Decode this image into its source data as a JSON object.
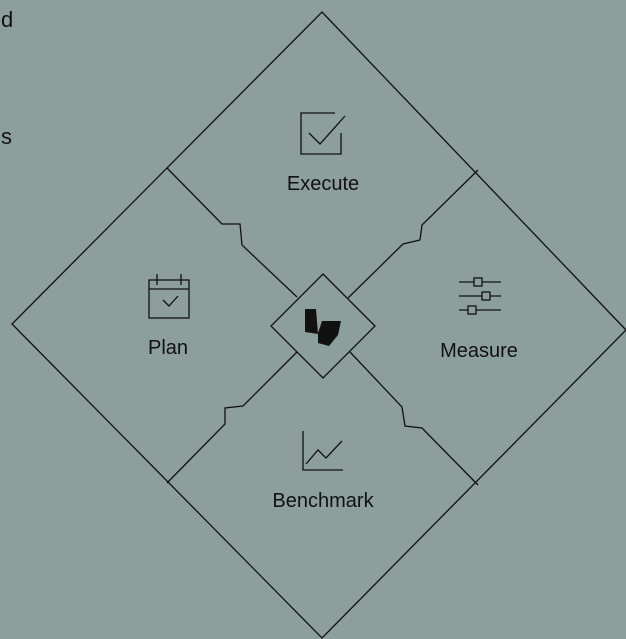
{
  "edge_text": {
    "top": "d",
    "middle": "s"
  },
  "quadrants": {
    "execute": {
      "label": "Execute",
      "icon": "checkbox-icon"
    },
    "plan": {
      "label": "Plan",
      "icon": "calendar-check-icon"
    },
    "measure": {
      "label": "Measure",
      "icon": "sliders-icon"
    },
    "benchmark": {
      "label": "Benchmark",
      "icon": "line-chart-icon"
    }
  },
  "center": {
    "icon": "brand-logo-icon"
  },
  "colors": {
    "background": "#8c9f9a",
    "stroke": "#111111"
  }
}
